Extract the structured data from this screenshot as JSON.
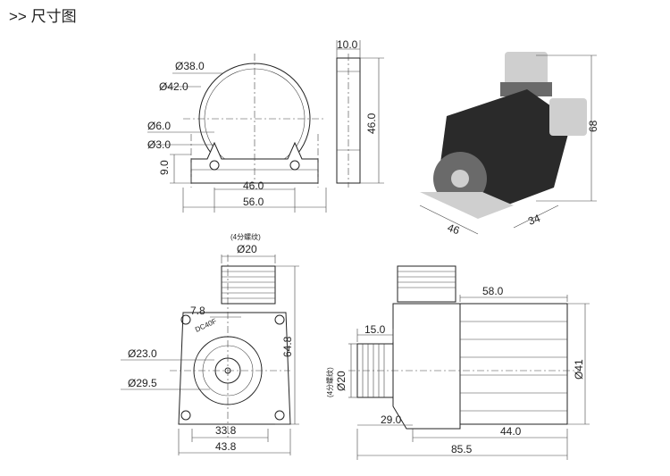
{
  "header": {
    "title": ">> 尺寸图"
  },
  "front_view": {
    "d_outer": "Ø38.0",
    "d_body": "Ø42.0",
    "d_hole_large": "Ø6.0",
    "d_hole_small": "Ø3.0",
    "foot_height": "9.0",
    "hole_spacing": "46.0",
    "base_width": "56.0"
  },
  "side_view": {
    "thickness": "10.0",
    "height": "46.0"
  },
  "photo_view": {
    "height": "68",
    "length": "46",
    "width": "34"
  },
  "inlet_view": {
    "thread_note": "(4分螺纹)",
    "d_thread": "Ø20",
    "offset": "7.8",
    "d_inlet": "Ø23.0",
    "d_impeller": "Ø29.5",
    "height": "64.8",
    "width_inner": "33.8",
    "width_outer": "43.8",
    "model_label": "DC40F"
  },
  "profile_view": {
    "length_body": "58.0",
    "outlet_length": "15.0",
    "thread_note": "(4分螺纹)",
    "d_thread": "Ø20",
    "diameter": "Ø41",
    "inlet_pos": "29.0",
    "body_base": "44.0",
    "total_length": "85.5"
  }
}
